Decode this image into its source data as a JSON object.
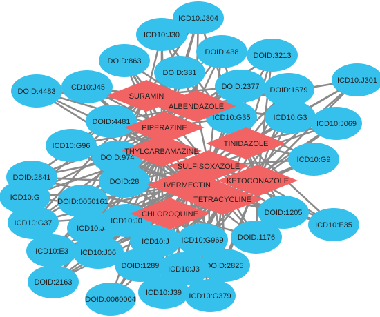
{
  "colors": {
    "disease_node": "#36c0ec",
    "drug_node": "#f26464",
    "edge": "#8a8a8a",
    "label": "#222222"
  },
  "drugs": [
    {
      "id": "suramin",
      "label": "SURAMIN"
    },
    {
      "id": "albendazole",
      "label": "ALBENDAZOLE"
    },
    {
      "id": "piperazine",
      "label": "PIPERAZINE"
    },
    {
      "id": "diethylcarbamazine",
      "label": "THYLCARBAMAZINE"
    },
    {
      "id": "tinidazole",
      "label": "TINIDAZOLE"
    },
    {
      "id": "sulfisoxazole",
      "label": "SULFISOXAZOLE"
    },
    {
      "id": "ivermectin",
      "label": "IVERMECTIN"
    },
    {
      "id": "ketoconazole",
      "label": "KETOCONAZOLE"
    },
    {
      "id": "tetracycline",
      "label": "TETRACYCLINE"
    },
    {
      "id": "chloroquine",
      "label": "CHLOROQUINE"
    }
  ],
  "diseases": [
    {
      "id": "icd10-j304",
      "label": "ICD10:J304"
    },
    {
      "id": "icd10-j30",
      "label": "ICD10:J30"
    },
    {
      "id": "doid-438",
      "label": "DOID:438"
    },
    {
      "id": "doid-3213",
      "label": "DOID:3213"
    },
    {
      "id": "doid-863",
      "label": "DOID:863"
    },
    {
      "id": "doid-331",
      "label": "DOID:331"
    },
    {
      "id": "icd10-j301",
      "label": "ICD10:J301"
    },
    {
      "id": "icd10-j45",
      "label": "ICD10:J45"
    },
    {
      "id": "doid-2377",
      "label": "DOID:2377"
    },
    {
      "id": "doid-1579",
      "label": "DOID:1579"
    },
    {
      "id": "doid-4483",
      "label": "DOID:4483"
    },
    {
      "id": "doid-4481",
      "label": "DOID:4481"
    },
    {
      "id": "icd10-g35",
      "label": "ICD10:G35"
    },
    {
      "id": "icd10-g3",
      "label": "ICD10:G3"
    },
    {
      "id": "icd10-j069",
      "label": "ICD10:J069"
    },
    {
      "id": "icd10-g96",
      "label": "ICD10:G96"
    },
    {
      "id": "doid-974",
      "label": "DOID:974"
    },
    {
      "id": "icd10-g9",
      "label": "ICD10:G9"
    },
    {
      "id": "doid-2841",
      "label": "DOID:2841"
    },
    {
      "id": "doid-28",
      "label": "DOID:28"
    },
    {
      "id": "icd10-g",
      "label": "ICD10:G"
    },
    {
      "id": "doid-0050161",
      "label": "DOID:0050161"
    },
    {
      "id": "icd10-g37",
      "label": "ICD10:G37"
    },
    {
      "id": "icd10-j4",
      "label": "ICD10:J4"
    },
    {
      "id": "icd10-j0",
      "label": "ICD10:J0"
    },
    {
      "id": "doid-1205",
      "label": "DOID:1205"
    },
    {
      "id": "icd10-e35",
      "label": "ICD10:E35"
    },
    {
      "id": "icd10-e3",
      "label": "ICD10:E3"
    },
    {
      "id": "icd10-j06",
      "label": "ICD10:J06"
    },
    {
      "id": "icd10-j",
      "label": "ICD10:J"
    },
    {
      "id": "icd10-g969",
      "label": "ICD10:G969"
    },
    {
      "id": "doid-1176",
      "label": "DOID:1176"
    },
    {
      "id": "doid-2825",
      "label": "DOID:2825"
    },
    {
      "id": "doid-1289",
      "label": "DOID:1289"
    },
    {
      "id": "icd10-j3",
      "label": "ICD10:J3"
    },
    {
      "id": "doid-2163",
      "label": "DOID:2163"
    },
    {
      "id": "doid-0060004",
      "label": "DOID:0060004"
    },
    {
      "id": "icd10-j39",
      "label": "ICD10:J39"
    },
    {
      "id": "icd10-g379",
      "label": "ICD10:G379"
    }
  ]
}
